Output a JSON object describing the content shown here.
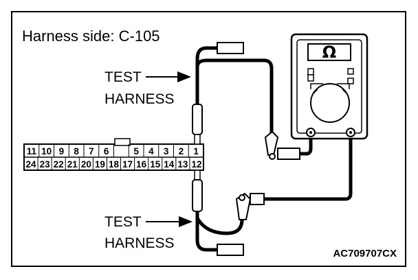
{
  "title": "Harness side: C-105",
  "figure_id": "AC709707CX",
  "labels": {
    "upper_test": "TEST",
    "upper_harness": "HARNESS",
    "lower_test": "TEST",
    "lower_harness": "HARNESS"
  },
  "meter": {
    "unit_symbol": "Ω"
  },
  "connector": {
    "top_row": [
      "11",
      "10",
      "9",
      "8",
      "7",
      "6",
      "",
      "5",
      "4",
      "3",
      "2",
      "1"
    ],
    "bottom_row": [
      "24",
      "23",
      "22",
      "21",
      "20",
      "19",
      "18",
      "17",
      "16",
      "15",
      "14",
      "13",
      "12"
    ]
  }
}
